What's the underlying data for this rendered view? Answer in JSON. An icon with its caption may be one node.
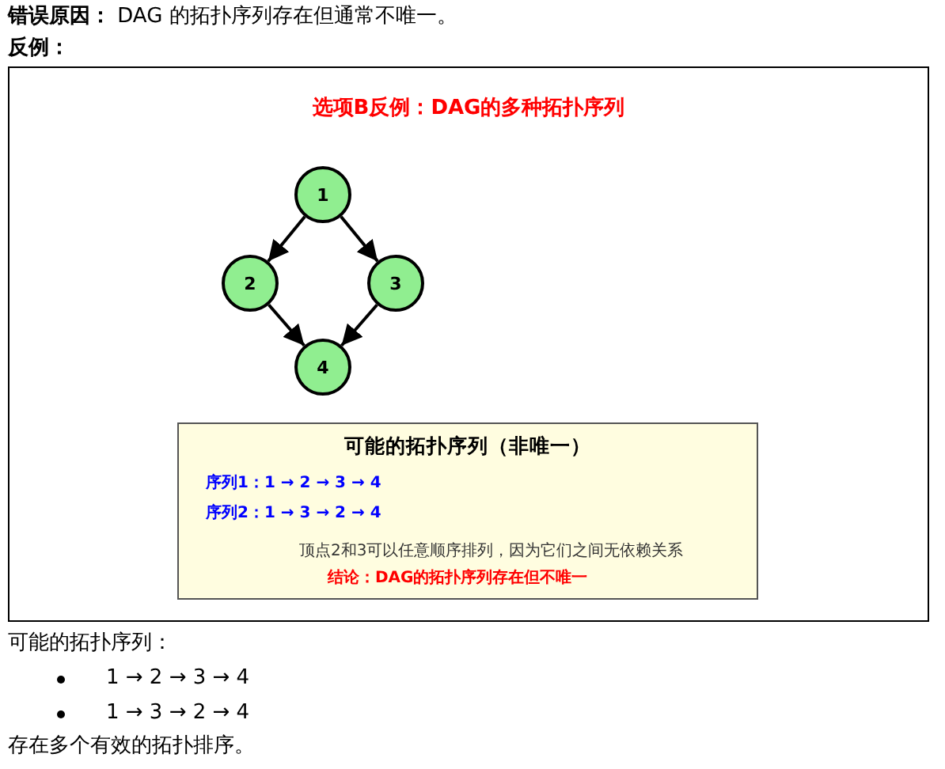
{
  "diagram": {
    "nodes": [
      {
        "text": [
          "选项B反例：DAG的多种拓扑序列"
        ]
      },
      {
        "text": [
          "1"
        ],
        "in": 0
      },
      {
        "text": [
          "2"
        ],
        "in": 0
      },
      {
        "text": [
          "3"
        ],
        "in": 0
      },
      {
        "text": [
          "4"
        ],
        "in": 0
      },
      {
        "text": [
          "可能的拓扑序列（非唯一）",
          "序列1：1 → 2 → 3 → 4",
          "序列2：1 → 3 → 2 → 4",
          "顶点2和3可以任意顺序排列，因为它们之间无依赖关系",
          "结论：DAG的拓扑序列存在但不唯一"
        ],
        "in": 0
      }
    ],
    "edges": [
      {
        "from": 1,
        "to": 2,
        "arrow": "to"
      },
      {
        "from": 1,
        "to": 3,
        "arrow": "to"
      },
      {
        "from": 2,
        "to": 4,
        "arrow": "to"
      },
      {
        "from": 3,
        "to": 4,
        "arrow": "to"
      }
    ],
    "labels": [
      "**错误原因：** DAG 的拓扑序列存在但通常不唯一。",
      "反例：",
      "可能的拓扑序列：",
      "1 → 2 → 3 → 4",
      "1 → 3 → 2 → 4",
      "存在多个有效的拓扑排序。"
    ]
  }
}
